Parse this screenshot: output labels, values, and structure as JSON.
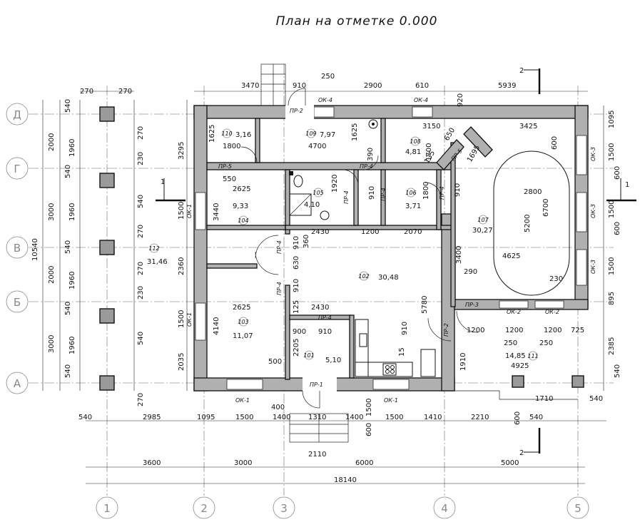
{
  "title": "План на отметке 0.000",
  "axes": {
    "columns": [
      "1",
      "2",
      "3",
      "4",
      "5"
    ],
    "rows": [
      "Д",
      "Г",
      "В",
      "Б",
      "А"
    ]
  },
  "section_marks": {
    "one": "1",
    "two": "2"
  },
  "rooms": [
    {
      "num": "101",
      "area": "5,10"
    },
    {
      "num": "102",
      "area": "30,48"
    },
    {
      "num": "103",
      "area": "11,07"
    },
    {
      "num": "104",
      "area": "9,33"
    },
    {
      "num": "105",
      "area": "4,10"
    },
    {
      "num": "106",
      "area": "3,71"
    },
    {
      "num": "107",
      "area": "30,27"
    },
    {
      "num": "108",
      "area": "4,81"
    },
    {
      "num": "109",
      "area": "7,97"
    },
    {
      "num": "110",
      "area": "3,16"
    },
    {
      "num": "111",
      "area": "14,85"
    },
    {
      "num": "112",
      "area": "31,46"
    }
  ],
  "openings": {
    "window_ok1": "ОК-1",
    "window_ok2": "ОК-2",
    "window_ok3": "ОК-3",
    "window_ok4": "ОК-4",
    "door_pr1": "ПР-1",
    "door_pr2": "ПР-2",
    "door_pr3": "ПР-3",
    "door_pr4": "ПР-4",
    "door_pr5": "ПР-5"
  },
  "dims": {
    "top": [
      "3470",
      "910",
      "250",
      "2900",
      "610",
      "5939"
    ],
    "bottom_row1": [
      "540",
      "2985",
      "1095",
      "1500",
      "1400",
      "1310",
      "1400",
      "1500",
      "1410",
      "2210",
      "540"
    ],
    "bottom_row2": [
      "3600",
      "3000",
      "6000",
      "5000"
    ],
    "bottom_total": "18140",
    "bottom_misc": [
      "400",
      "2110",
      "600",
      "1500",
      "600",
      "1710",
      "540"
    ],
    "left_outer": [
      "2000",
      "3000",
      "2000",
      "3000"
    ],
    "left_total": "10540",
    "left_inner": [
      "540",
      "1960",
      "540",
      "1960",
      "540",
      "1960",
      "540",
      "1960",
      "540"
    ],
    "left_col_top": [
      "270",
      "270"
    ],
    "left_col_side": [
      "270",
      "230",
      "540",
      "270",
      "270",
      "230",
      "540",
      "270"
    ],
    "wall_left": [
      "3295",
      "1500",
      "2360",
      "1500",
      "2035"
    ],
    "wall_right": [
      "1095",
      "1500",
      "600",
      "1500",
      "600",
      "1500",
      "895",
      "2385",
      "540"
    ],
    "interior": [
      "1625",
      "1800",
      "3,16",
      "4700",
      "1625",
      "3150",
      "1700",
      "650",
      "135",
      "1695",
      "3425",
      "600",
      "2625",
      "1920",
      "910",
      "1800",
      "910",
      "2800",
      "6700",
      "5200",
      "3440",
      "2430",
      "1200",
      "2070",
      "910",
      "360",
      "630",
      "910",
      "3400",
      "4625",
      "290",
      "230",
      "2625",
      "2430",
      "4140",
      "900",
      "910",
      "2205",
      "125",
      "5780",
      "910",
      "1200",
      "1200",
      "1200",
      "725",
      "250",
      "250",
      "4925",
      "500",
      "15",
      "1910",
      "920",
      "390",
      "550"
    ]
  }
}
